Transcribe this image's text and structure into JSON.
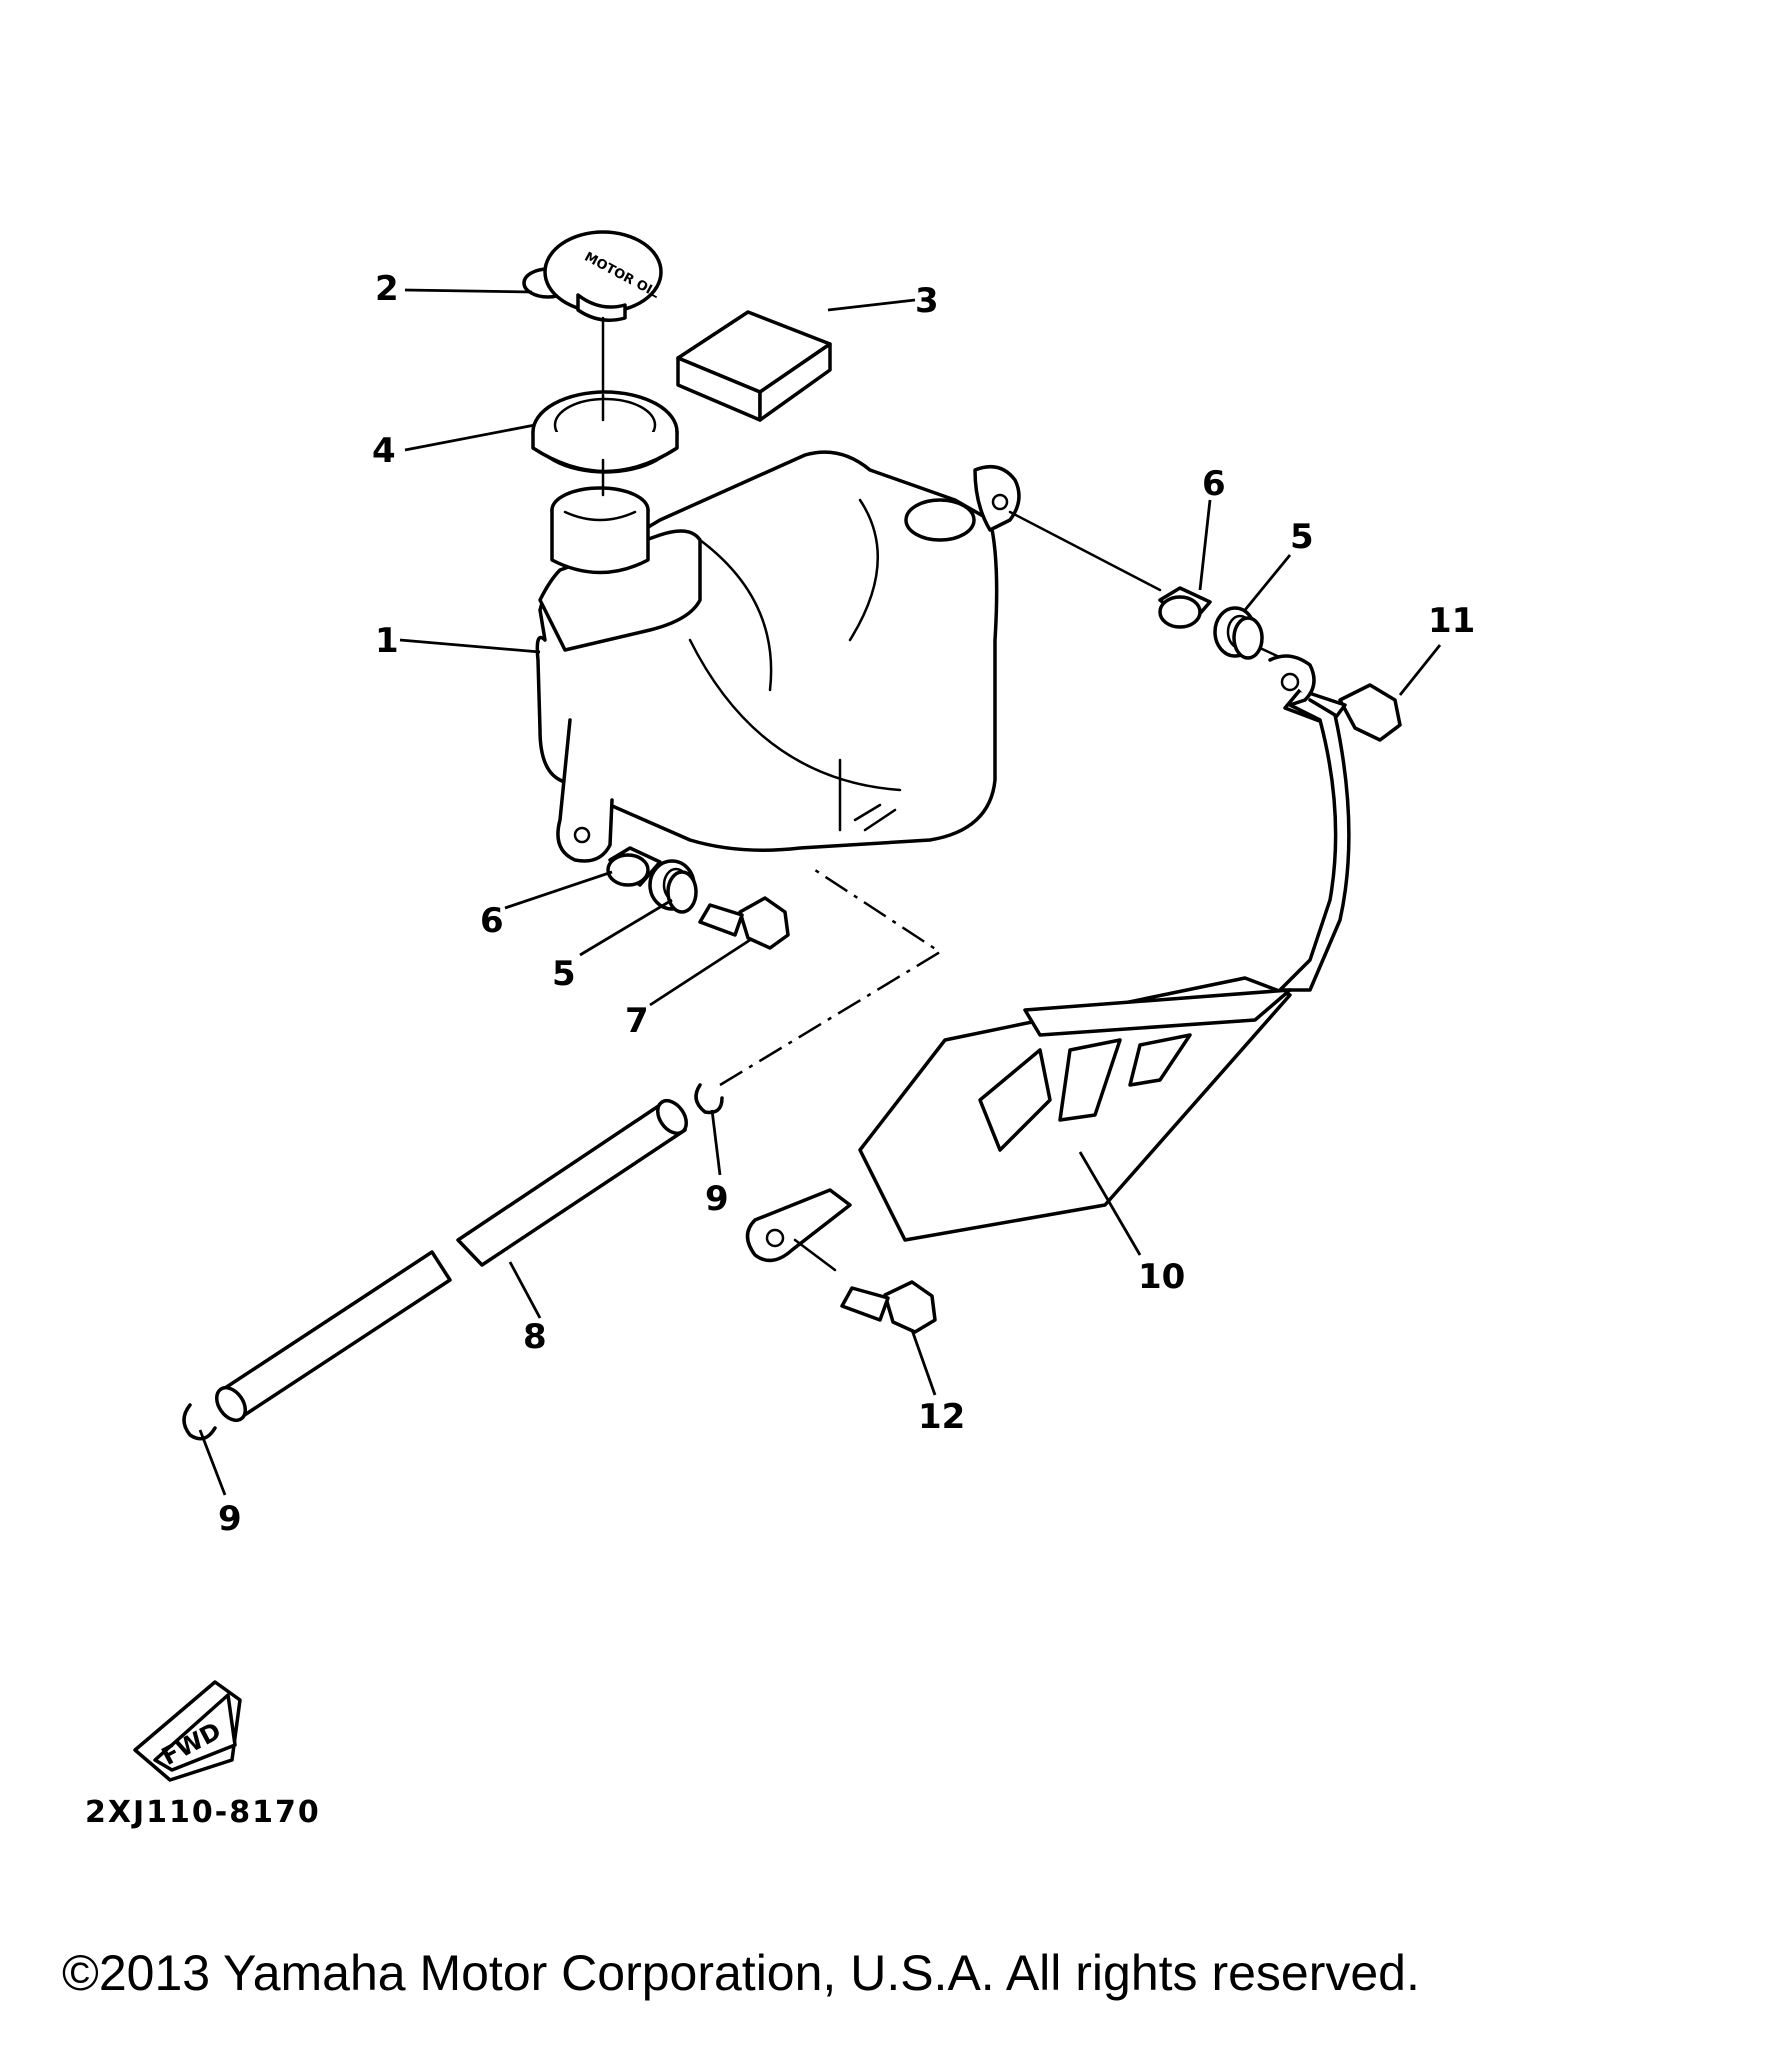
{
  "callouts": [
    {
      "id": "c1",
      "label": "1"
    },
    {
      "id": "c2",
      "label": "2"
    },
    {
      "id": "c3",
      "label": "3"
    },
    {
      "id": "c4",
      "label": "4"
    },
    {
      "id": "c5a",
      "label": "5"
    },
    {
      "id": "c5b",
      "label": "5"
    },
    {
      "id": "c6a",
      "label": "6"
    },
    {
      "id": "c6b",
      "label": "6"
    },
    {
      "id": "c7",
      "label": "7"
    },
    {
      "id": "c8",
      "label": "8"
    },
    {
      "id": "c9a",
      "label": "9"
    },
    {
      "id": "c9b",
      "label": "9"
    },
    {
      "id": "c10",
      "label": "10"
    },
    {
      "id": "c11",
      "label": "11"
    },
    {
      "id": "c12",
      "label": "12"
    }
  ],
  "diagram_code": "2XJ110-8170",
  "fwd_mark": "FWD",
  "cap_text": "MOTOR OIL",
  "copyright": "©2013 Yamaha Motor Corporation, U.S.A. All rights reserved."
}
